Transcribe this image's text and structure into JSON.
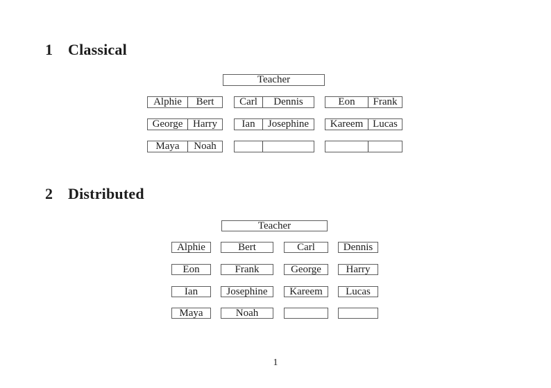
{
  "document": {
    "page_number": "1"
  },
  "sections": [
    {
      "number": "1",
      "title": "Classical",
      "teacher_label": "Teacher",
      "seating": {
        "type": "paired-desks",
        "rows": [
          [
            [
              "Alphie",
              "Bert"
            ],
            [
              "Carl",
              "Dennis"
            ],
            [
              "Eon",
              "Frank"
            ]
          ],
          [
            [
              "George",
              "Harry"
            ],
            [
              "Ian",
              "Josephine"
            ],
            [
              "Kareem",
              "Lucas"
            ]
          ],
          [
            [
              "Maya",
              "Noah"
            ],
            [
              "",
              ""
            ],
            [
              "",
              ""
            ]
          ]
        ]
      }
    },
    {
      "number": "2",
      "title": "Distributed",
      "teacher_label": "Teacher",
      "seating": {
        "type": "single-desks",
        "rows": [
          [
            "Alphie",
            "Bert",
            "Carl",
            "Dennis"
          ],
          [
            "Eon",
            "Frank",
            "George",
            "Harry"
          ],
          [
            "Ian",
            "Josephine",
            "Kareem",
            "Lucas"
          ],
          [
            "Maya",
            "Noah",
            "",
            ""
          ]
        ]
      }
    }
  ]
}
